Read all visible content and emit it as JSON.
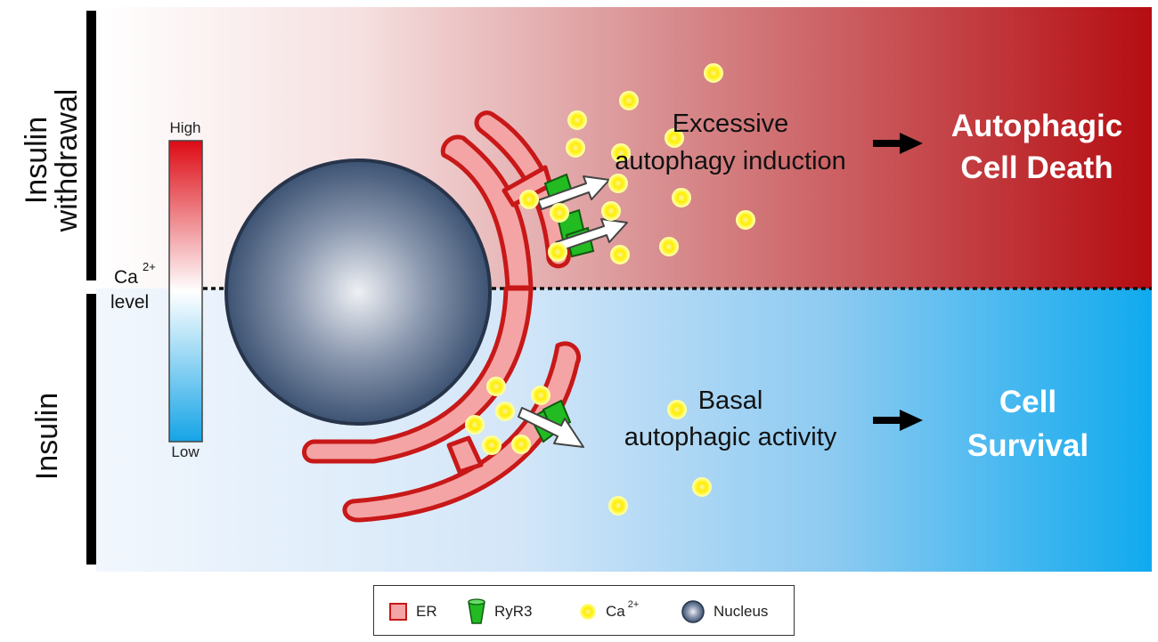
{
  "side_labels": {
    "top_line1": "Insulin",
    "top_line2": "withdrawal",
    "bottom": "Insulin"
  },
  "colorbar": {
    "high": "High",
    "low": "Low",
    "ca_text": "Ca",
    "ca_charge": "2+",
    "level_text": "level"
  },
  "top_panel": {
    "process_line1": "Excessive",
    "process_line2": "autophagy induction",
    "outcome_line1": "Autophagic",
    "outcome_line2": "Cell Death"
  },
  "bottom_panel": {
    "process_line1": "Basal",
    "process_line2": "autophagic activity",
    "outcome_line1": "Cell",
    "outcome_line2": "Survival"
  },
  "legend": {
    "er": "ER",
    "ryr3": "RyR3",
    "ca_text": "Ca",
    "ca_charge": "2+",
    "nucleus": "Nucleus"
  },
  "colors": {
    "top_gradient_end": "#b50d12",
    "bottom_gradient_end": "#10aaee",
    "er_fill": "#f4a4a4",
    "er_stroke": "#c81818",
    "ryr3": "#22bb22",
    "calcium": "#ffee00",
    "nucleus": "#3d5373"
  }
}
